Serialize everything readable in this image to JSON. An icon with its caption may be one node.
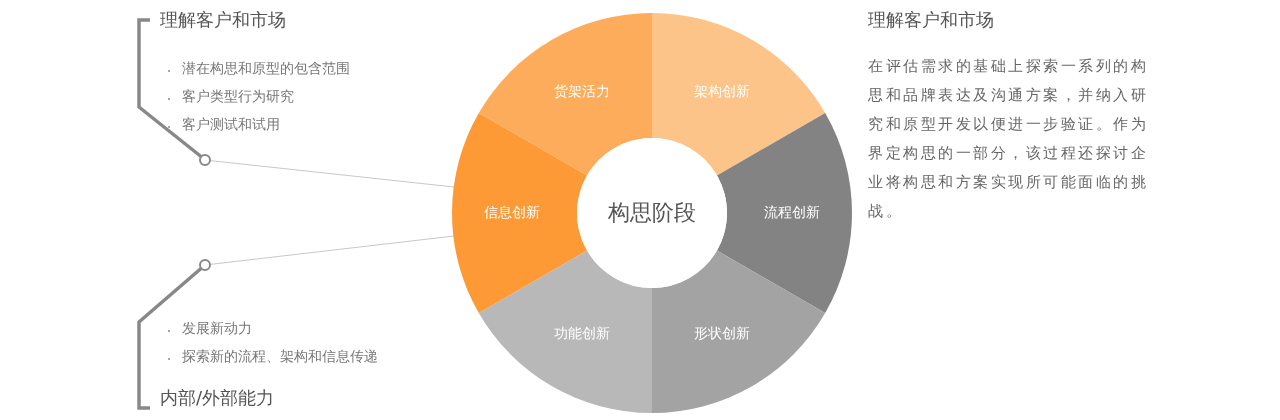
{
  "diagram": {
    "nodes": [
      {
        "text": [
          "构思阶段"
        ]
      },
      {
        "text": [
          "货架活力"
        ]
      },
      {
        "text": [
          "架构创新"
        ]
      },
      {
        "text": [
          "流程创新"
        ]
      },
      {
        "text": [
          "形状创新"
        ]
      },
      {
        "text": [
          "功能创新"
        ]
      },
      {
        "text": [
          "信息创新"
        ]
      },
      {
        "text": [
          "理解客户和市场",
          "潜在构思和原型的包含范围",
          "客户类型行为研究",
          "客户测试和试用"
        ]
      },
      {
        "text": [],
        "shape": "circle"
      },
      {
        "text": [
          "发展新动力",
          "探索新的流程、架构和信息传递",
          "内部/外部能力"
        ]
      },
      {
        "text": [],
        "shape": "circle"
      }
    ],
    "edges": [
      {
        "from": 7,
        "to": 8,
        "arrow": "none",
        "style": "thick"
      },
      {
        "from": 8,
        "to": 6,
        "arrow": "none"
      },
      {
        "from": 9,
        "to": 10,
        "arrow": "none",
        "style": "thick"
      },
      {
        "from": 10,
        "to": 6,
        "arrow": "none"
      }
    ],
    "labels": [
      "理解客户和市场",
      "在评估需求的基础上探索一系列的构思和品牌表达及沟通方案，并纳入研究和原型开发以便进一步验证。作为界定构思的一部分，该过程还探讨企业将构思和方案实现所可能面临的挑战。"
    ]
  }
}
